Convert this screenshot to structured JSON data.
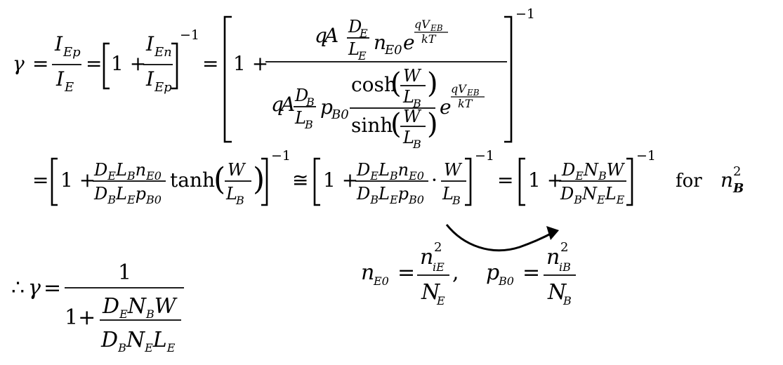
{
  "equation_block": {
    "line1": {
      "gamma": "γ",
      "eq": "=",
      "I": "I",
      "sub_Ep": "Ep",
      "sub_E": "E",
      "sub_En": "En",
      "one_plus": "1 +",
      "inv": "−1",
      "q": "q",
      "A": "A",
      "D": "D",
      "L": "L",
      "n": "n",
      "p": "p",
      "e": "e",
      "sub_B": "B",
      "sub_E0": "E0",
      "sub_B0": "B0",
      "exp_num": "qV",
      "exp_sub": "EB",
      "exp_den": "kT",
      "cosh": "cosh",
      "sinh": "sinh",
      "W": "W"
    },
    "line2": {
      "tanh": "tanh",
      "approx": "≅",
      "dot": "·",
      "N": "N",
      "for": "for",
      "n_tail": "n",
      "tail_sup": "2",
      "tail_sub": "B"
    },
    "bottom_left": {
      "therefore": "∴",
      "gamma": "γ",
      "eq": "=",
      "one": "1",
      "one_plus": "1+",
      "D": "D",
      "N": "N",
      "W": "W",
      "L": "L",
      "sub_E": "E",
      "sub_B": "B"
    },
    "bottom_right": {
      "n": "n",
      "p": "p",
      "sub_E0": "E0",
      "sub_B0": "B0",
      "eq": "=",
      "sup2": "2",
      "sub_iE": "iE",
      "sub_iB": "iB",
      "N": "N",
      "sub_E": "E",
      "sub_B": "B",
      "comma": ","
    }
  }
}
